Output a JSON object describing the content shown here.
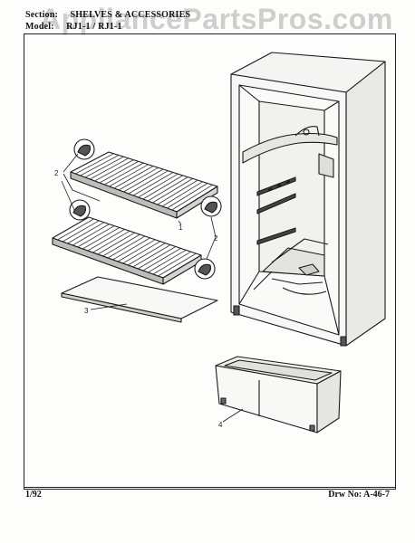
{
  "watermark": "AppliancePartsPros.com",
  "header": {
    "section_label": "Section:",
    "section_value": "SHELVES & ACCESSORIES",
    "model_label": "Model:",
    "model_value": "RJ1-1 / RJ1-1"
  },
  "callouts": {
    "shelf": "1",
    "support_left": "2",
    "support_right": "2",
    "cover": "3",
    "crisper": "4"
  },
  "footer": {
    "date": "1/92",
    "drawing_no": "Drw No: A-46-7"
  }
}
